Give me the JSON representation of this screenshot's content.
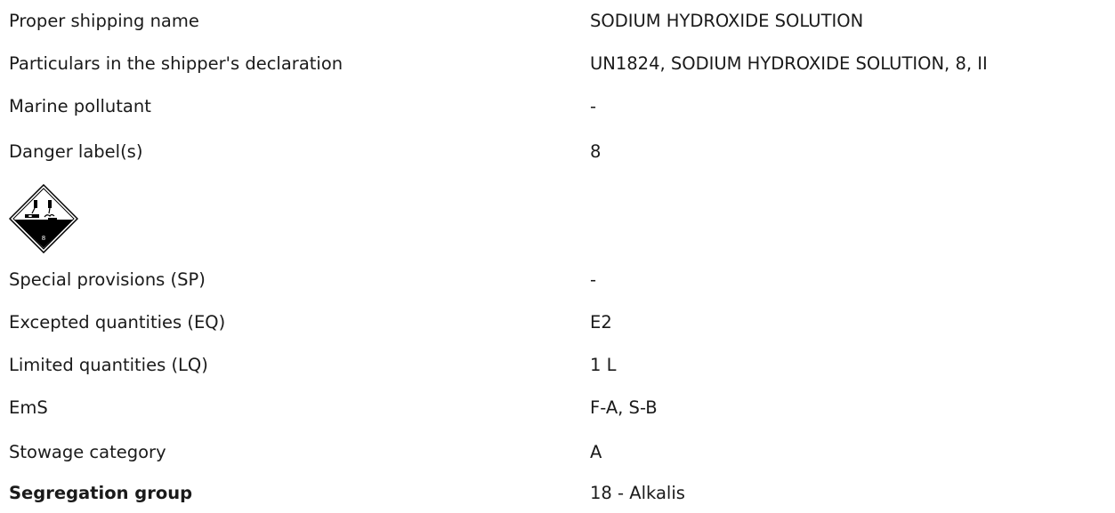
{
  "rows": [
    {
      "label": "Proper shipping name",
      "value": "SODIUM HYDROXIDE SOLUTION"
    },
    {
      "label": "Particulars in the shipper's declaration",
      "value": "UN1824, SODIUM HYDROXIDE SOLUTION, 8, II"
    },
    {
      "label": "Marine pollutant",
      "value": "-"
    },
    {
      "label": "Danger label(s)",
      "value": "8"
    },
    {
      "label": "Special provisions (SP)",
      "value": "-"
    },
    {
      "label": "Excepted quantities (EQ)",
      "value": "E2"
    },
    {
      "label": "Limited quantities (LQ)",
      "value": "1 L"
    },
    {
      "label": "EmS",
      "value": "F-A, S-B"
    },
    {
      "label": "Stowage category",
      "value": "A"
    },
    {
      "label": "Segregation group",
      "value": "18 - Alkalis"
    }
  ],
  "placard": {
    "icon": "corrosive-class-8-icon",
    "class_number": "8",
    "colors": {
      "top": "#ffffff",
      "bottom": "#000000",
      "border": "#000000"
    }
  }
}
